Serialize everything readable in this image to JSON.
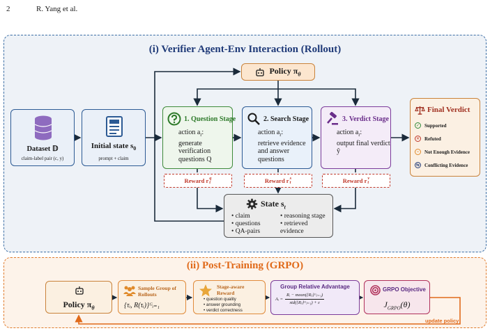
{
  "header": {
    "page_number": "2",
    "authors": "R. Yang et al."
  },
  "panel1": {
    "title": "(i) Verifier Agent-Env Interaction (Rollout)"
  },
  "policy": {
    "label": "Policy π",
    "sub": "θ"
  },
  "dataset": {
    "title": "Dataset 𝔻",
    "subtitle": "claim-label pair (c, y)"
  },
  "initial_state": {
    "title": "Initial state s",
    "sub": "0",
    "subtitle": "prompt + claim"
  },
  "stages": [
    {
      "title": "1. Question Stage",
      "action": "action a",
      "action_sub": "t",
      "text": "generate verification questions Q"
    },
    {
      "title": "2. Search Stage",
      "action": "action a",
      "action_sub": "t",
      "text": "retrieve evidence and answer questions"
    },
    {
      "title": "3. Verdict Stage",
      "action": "action a",
      "action_sub": "t",
      "text": "output final verdict ŷ"
    }
  ],
  "rewards": [
    {
      "label": "Reward r",
      "sup": "q",
      "sub": "t"
    },
    {
      "label": "Reward r",
      "sup": "s",
      "sub": "t"
    },
    {
      "label": "Reward r",
      "sup": "v",
      "sub": "t"
    }
  ],
  "state": {
    "title": "State s",
    "sub": "t",
    "col1": [
      "claim",
      "questions",
      "QA-pairs"
    ],
    "col2": [
      "reasoning stage",
      "retrieved evidence"
    ]
  },
  "final_verdict": {
    "title": "Final Verdict",
    "items": [
      {
        "label": "Supported",
        "color": "#2e8b3a",
        "glyph": "✓"
      },
      {
        "label": "Refuted",
        "color": "#c0392b",
        "glyph": "✕"
      },
      {
        "label": "Not Enough Evidence",
        "color": "#e08a2a",
        "glyph": "–"
      },
      {
        "label": "Conflicting Evidence",
        "color": "#1f3a78",
        "glyph": "⇆"
      }
    ]
  },
  "panel2": {
    "title": "(ii) Post-Training (GRPO)",
    "policy": "Policy π",
    "policy_sub": "θ",
    "sample_title": "Sample Group of Rollouts",
    "sample_formula": "{τᵢ, R(τᵢ)}ᴳᵢ₌₁",
    "stage_reward_title": "Stage-aware Reward",
    "stage_reward_items": [
      "question quality",
      "answer grounding",
      "verdict correctness"
    ],
    "advantage_title": "Group Relative Advantage",
    "advantage_lhs": "Aᵢ =",
    "advantage_num": "Rᵢ − mean({Rⱼ}ᴳⱼ₌₁)",
    "advantage_den": "std({Rⱼ}ᴳⱼ₌₁) + ε",
    "objective_title": "GRPO Objective",
    "objective_formula": "J",
    "objective_sub": "GRPO",
    "objective_arg": "(θ)",
    "update_label": "update policy"
  }
}
